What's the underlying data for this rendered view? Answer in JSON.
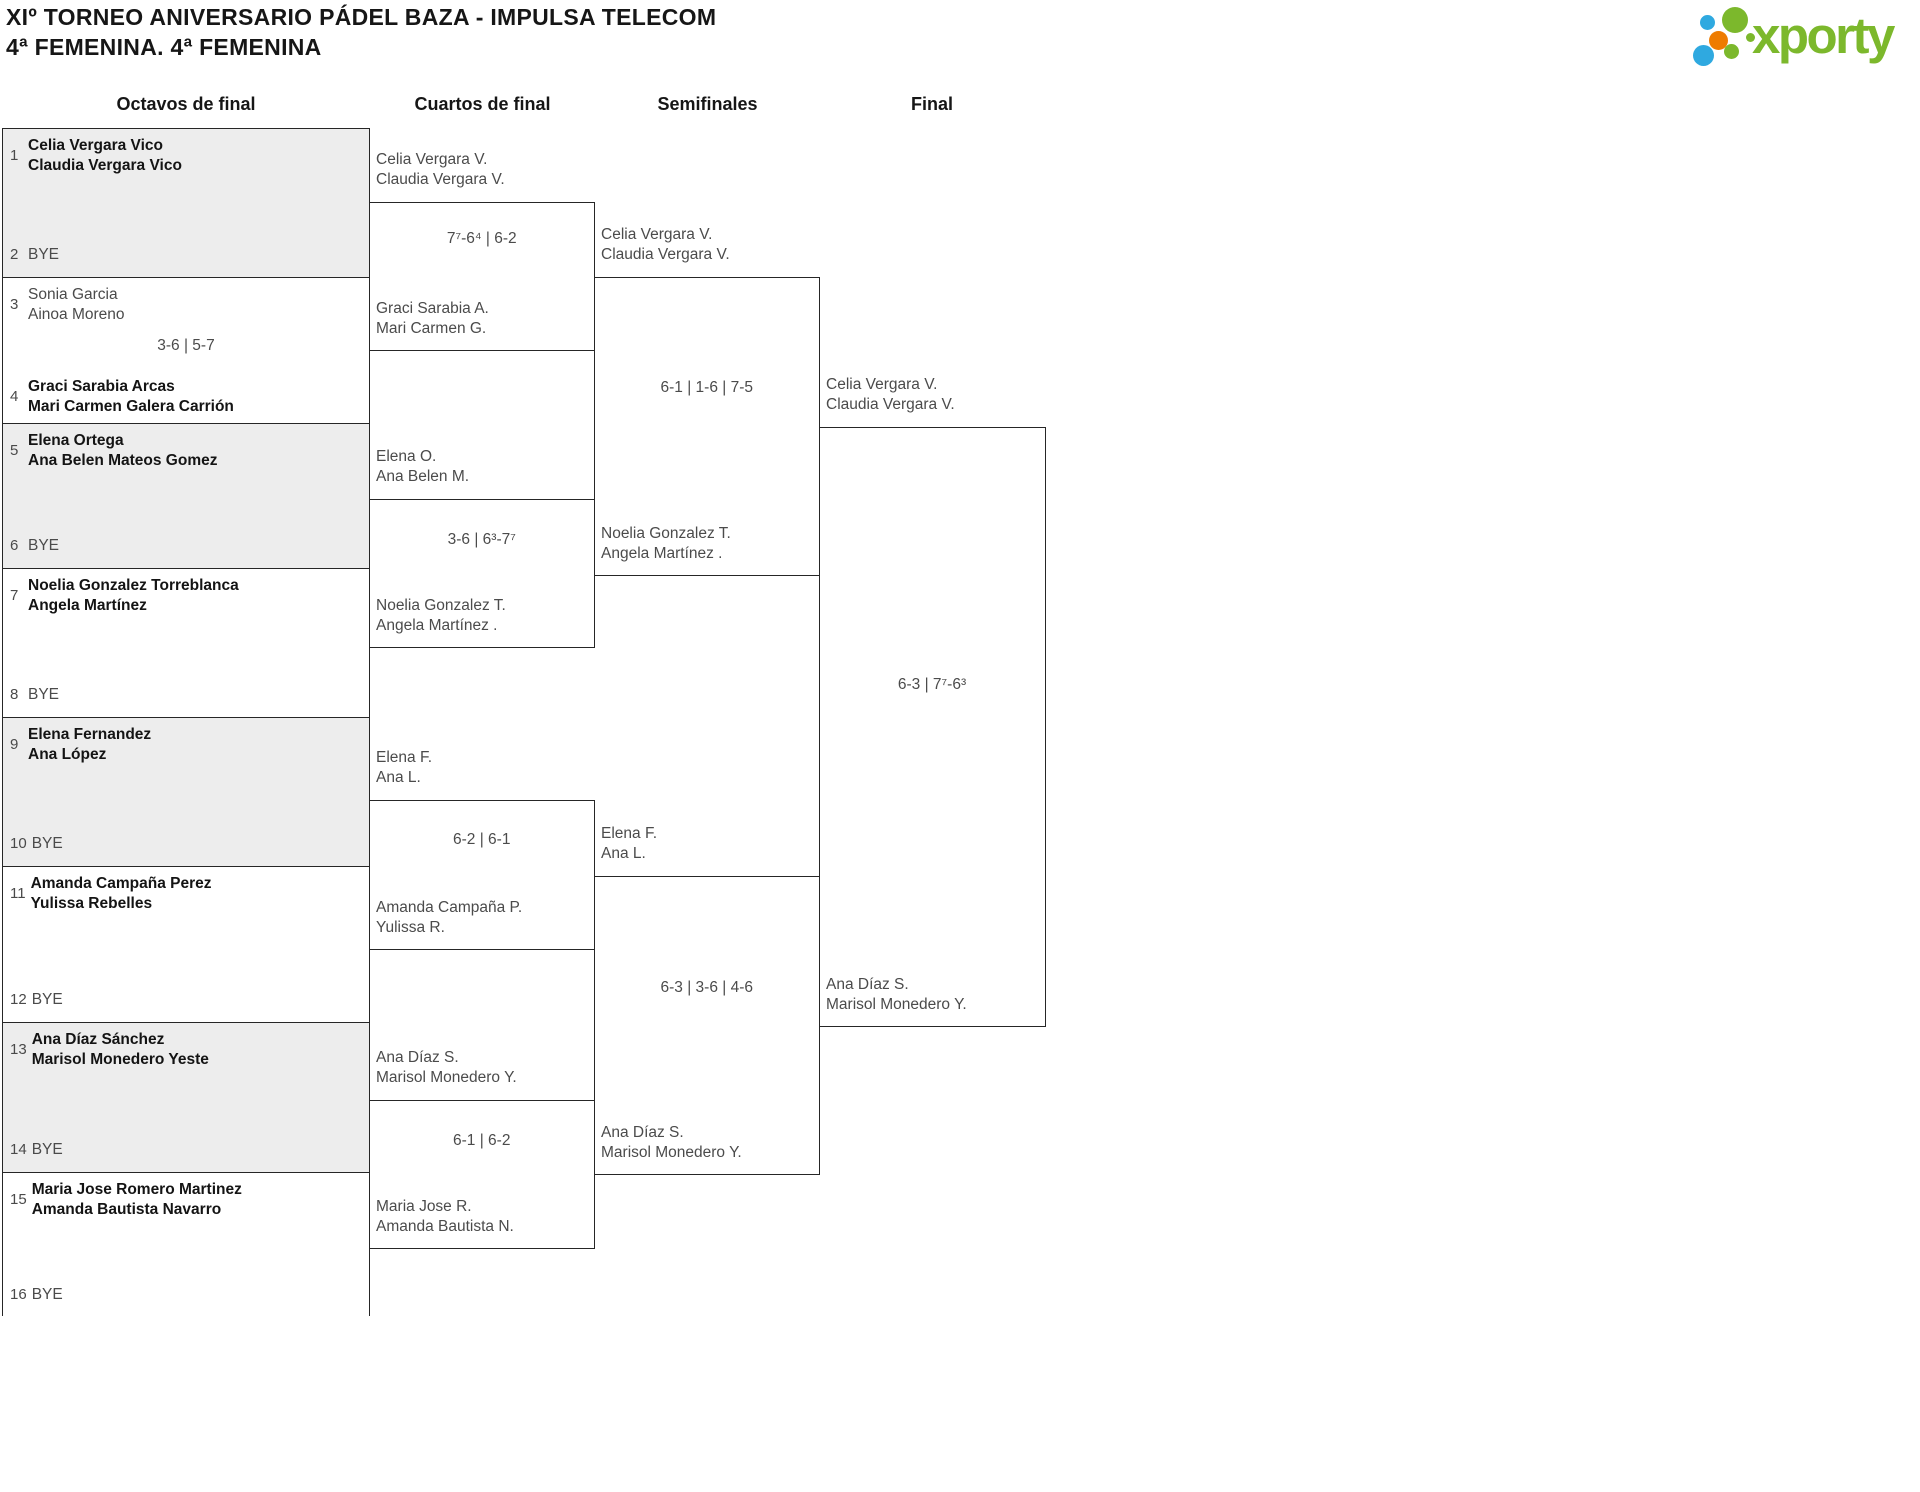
{
  "header": {
    "title": "XIº TORNEO ANIVERSARIO PÁDEL BAZA - IMPULSA TELECOM",
    "subtitle": "4ª FEMENINA. 4ª FEMENINA"
  },
  "logo": {
    "brand": "xporty",
    "colors": {
      "green": "#7CB82C",
      "blue": "#2FA9E0",
      "orange": "#EE7C00"
    }
  },
  "columns": [
    "Octavos de final",
    "Cuartos de final",
    "Semifinales",
    "Final"
  ],
  "colors": {
    "box_border": "#262626",
    "grey_fill": "#ededed",
    "winner_text": "#141414",
    "regular_text": "#4b4b4b"
  },
  "octavos": [
    {
      "top": {
        "seed": "1",
        "lines": [
          "Celia Vergara Vico",
          "Claudia Vergara Vico"
        ],
        "winner": true
      },
      "bottom": {
        "seed": "2",
        "lines": [
          "BYE"
        ],
        "winner": false
      }
    },
    {
      "top": {
        "seed": "3",
        "lines": [
          "Sonia Garcia",
          "Ainoa Moreno"
        ],
        "winner": false
      },
      "bottom": {
        "seed": "4",
        "lines": [
          "Graci Sarabia Arcas",
          "Mari Carmen Galera Carrión"
        ],
        "winner": true
      },
      "score": "3-6 | 5-7"
    },
    {
      "top": {
        "seed": "5",
        "lines": [
          "Elena Ortega",
          "Ana Belen Mateos Gomez"
        ],
        "winner": true
      },
      "bottom": {
        "seed": "6",
        "lines": [
          "BYE"
        ],
        "winner": false
      }
    },
    {
      "top": {
        "seed": "7",
        "lines": [
          "Noelia Gonzalez Torreblanca",
          "Angela Martínez"
        ],
        "winner": true
      },
      "bottom": {
        "seed": "8",
        "lines": [
          "BYE"
        ],
        "winner": false
      }
    },
    {
      "top": {
        "seed": "9",
        "lines": [
          "Elena Fernandez",
          "Ana López"
        ],
        "winner": true
      },
      "bottom": {
        "seed": "10",
        "lines": [
          "BYE"
        ],
        "winner": false
      }
    },
    {
      "top": {
        "seed": "11",
        "lines": [
          "Amanda Campaña Perez",
          "Yulissa Rebelles"
        ],
        "winner": true
      },
      "bottom": {
        "seed": "12",
        "lines": [
          "BYE"
        ],
        "winner": false
      }
    },
    {
      "top": {
        "seed": "13",
        "lines": [
          "Ana Díaz Sánchez",
          "Marisol Monedero Yeste"
        ],
        "winner": true
      },
      "bottom": {
        "seed": "14",
        "lines": [
          "BYE"
        ],
        "winner": false
      }
    },
    {
      "top": {
        "seed": "15",
        "lines": [
          "Maria Jose Romero Martinez",
          "Amanda Bautista Navarro"
        ],
        "winner": true
      },
      "bottom": {
        "seed": "16",
        "lines": [
          "BYE"
        ],
        "winner": false
      }
    }
  ],
  "cuartos": [
    {
      "top": {
        "lines": [
          "Celia Vergara V.",
          "Claudia Vergara V."
        ],
        "winner": true
      },
      "bottom": {
        "lines": [
          "Graci Sarabia A.",
          "Mari Carmen G."
        ],
        "winner": false
      },
      "score": "7⁷-6⁴ | 6-2"
    },
    {
      "top": {
        "lines": [
          "Elena O.",
          "Ana Belen M."
        ],
        "winner": false
      },
      "bottom": {
        "lines": [
          "Noelia Gonzalez T.",
          "Angela Martínez ."
        ],
        "winner": true
      },
      "score": "3-6 | 6³-7⁷"
    },
    {
      "top": {
        "lines": [
          "Elena F.",
          "Ana L."
        ],
        "winner": true
      },
      "bottom": {
        "lines": [
          "Amanda Campaña P.",
          "Yulissa R."
        ],
        "winner": false
      },
      "score": "6-2 | 6-1"
    },
    {
      "top": {
        "lines": [
          "Ana Díaz S.",
          "Marisol Monedero Y."
        ],
        "winner": true
      },
      "bottom": {
        "lines": [
          "Maria Jose R.",
          "Amanda Bautista N."
        ],
        "winner": false
      },
      "score": "6-1 | 6-2"
    }
  ],
  "semifinales": [
    {
      "top": {
        "lines": [
          "Celia Vergara V.",
          "Claudia Vergara V."
        ],
        "winner": true
      },
      "bottom": {
        "lines": [
          "Noelia Gonzalez T.",
          "Angela Martínez ."
        ],
        "winner": false
      },
      "score": "6-1 | 1-6 | 7-5"
    },
    {
      "top": {
        "lines": [
          "Elena F.",
          "Ana L."
        ],
        "winner": false
      },
      "bottom": {
        "lines": [
          "Ana Díaz S.",
          "Marisol Monedero Y."
        ],
        "winner": true
      },
      "score": "6-3 | 3-6 | 4-6"
    }
  ],
  "final": {
    "top": {
      "lines": [
        "Celia Vergara V.",
        "Claudia Vergara V."
      ],
      "winner": true
    },
    "bottom": {
      "lines": [
        "Ana Díaz S.",
        "Marisol Monedero Y."
      ],
      "winner": false
    },
    "score": "6-3 | 7⁷-6³"
  }
}
